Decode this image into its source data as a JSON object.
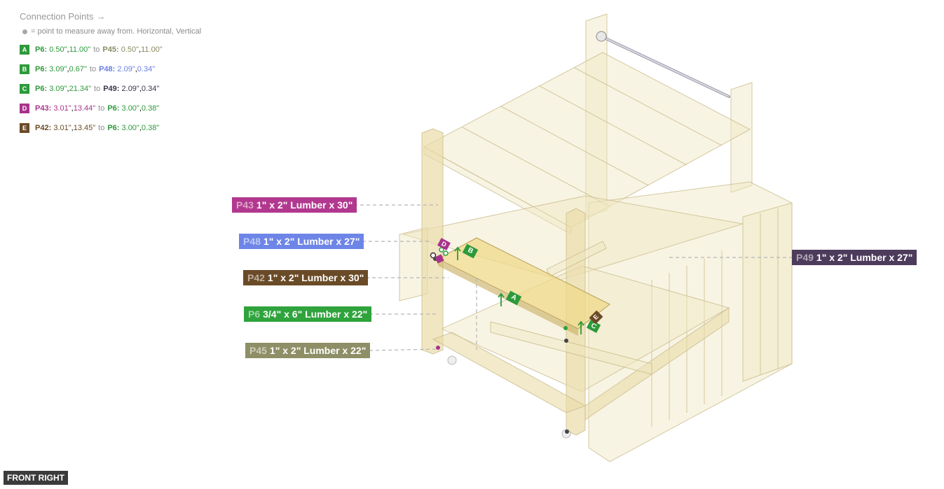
{
  "legend": {
    "title": "Connection Points",
    "title_arrow": "→",
    "note": "= point to measure away from. Horizontal, Vertical",
    "rows": [
      {
        "badge": "A",
        "badge_color": "#2d9a3a",
        "from": "P6:",
        "from_color": "#2d9a3a",
        "from_h": "0.50\"",
        "from_v": "11.00\"",
        "to_word": "to",
        "to": "P45:",
        "to_color": "#8a8a62",
        "to_h": "0.50\"",
        "to_v": "11.00\""
      },
      {
        "badge": "B",
        "badge_color": "#2d9a3a",
        "from": "P6:",
        "from_color": "#2d9a3a",
        "from_h": "3.09\"",
        "from_v": "0.67\"",
        "to_word": "to",
        "to": "P48:",
        "to_color": "#6b7fe0",
        "to_h": "2.09\"",
        "to_v": "0.34\""
      },
      {
        "badge": "C",
        "badge_color": "#2d9a3a",
        "from": "P6:",
        "from_color": "#2d9a3a",
        "from_h": "3.09\"",
        "from_v": "21.34\"",
        "to_word": "to",
        "to": "P49:",
        "to_color": "#3b3148",
        "to_h": "2.09\"",
        "to_v": "0.34\""
      },
      {
        "badge": "D",
        "badge_color": "#a8338c",
        "from": "P43:",
        "from_color": "#a8338c",
        "from_h": "3.01\"",
        "from_v": "13.44\"",
        "to_word": "to",
        "to": "P6:",
        "to_color": "#2d9a3a",
        "to_h": "3.00\"",
        "to_v": "0.38\""
      },
      {
        "badge": "E",
        "badge_color": "#6b4a25",
        "from": "P42:",
        "from_color": "#6b4a25",
        "from_h": "3.01\"",
        "from_v": "13.45\"",
        "to_word": "to",
        "to": "P6:",
        "to_color": "#2d9a3a",
        "to_h": "3.00\"",
        "to_v": "0.38\""
      }
    ]
  },
  "parts": [
    {
      "id": "P43",
      "desc": "1\" x 2\" Lumber x 30\"",
      "color": "#b2388f"
    },
    {
      "id": "P48",
      "desc": "1\" x 2\" Lumber x 27\"",
      "color": "#6e85e8"
    },
    {
      "id": "P42",
      "desc": "1\" x 2\" Lumber x 30\"",
      "color": "#6a4b27"
    },
    {
      "id": "P6",
      "desc": "3/4\" x 6\" Lumber x 22\"",
      "color": "#2fa33c"
    },
    {
      "id": "P45",
      "desc": "1\" x 2\" Lumber x 22\"",
      "color": "#8e8f66"
    },
    {
      "id": "P49",
      "desc": "1\" x 2\" Lumber x 27\"",
      "color": "#4d3b5c"
    }
  ],
  "markers": [
    "A",
    "B",
    "C",
    "D",
    "E"
  ],
  "view_label": "FRONT RIGHT"
}
